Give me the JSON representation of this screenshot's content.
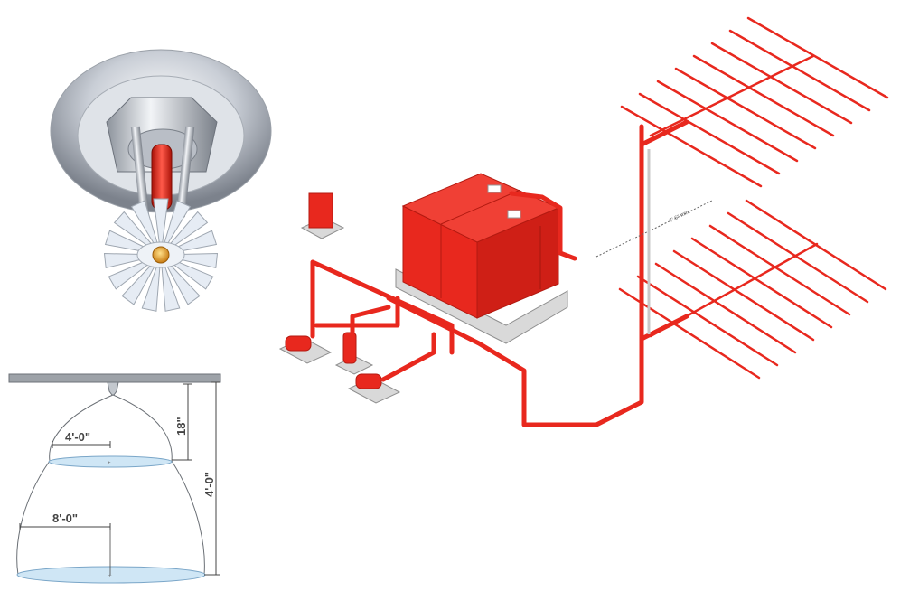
{
  "diagram": {
    "spray_pattern": {
      "dimension_labels": {
        "upper_width": "4'-0\"",
        "lower_width": "8'-0\"",
        "upper_drop": "18\"",
        "total_drop": "4'-0\""
      },
      "spray_color": "#cfe6f5"
    },
    "piping_system": {
      "riser_spacing_label": "7' 6\" min.",
      "pipe_color": "#e8281e",
      "tank_color": "#e8281e",
      "base_color": "#d9d9d9"
    },
    "sprinkler_head": {
      "icon": "pendent-sprinkler-head-icon",
      "bulb_color": "#e32b1d",
      "deflector_color": "#e6ecf4",
      "plug_color": "#e8a020"
    }
  }
}
